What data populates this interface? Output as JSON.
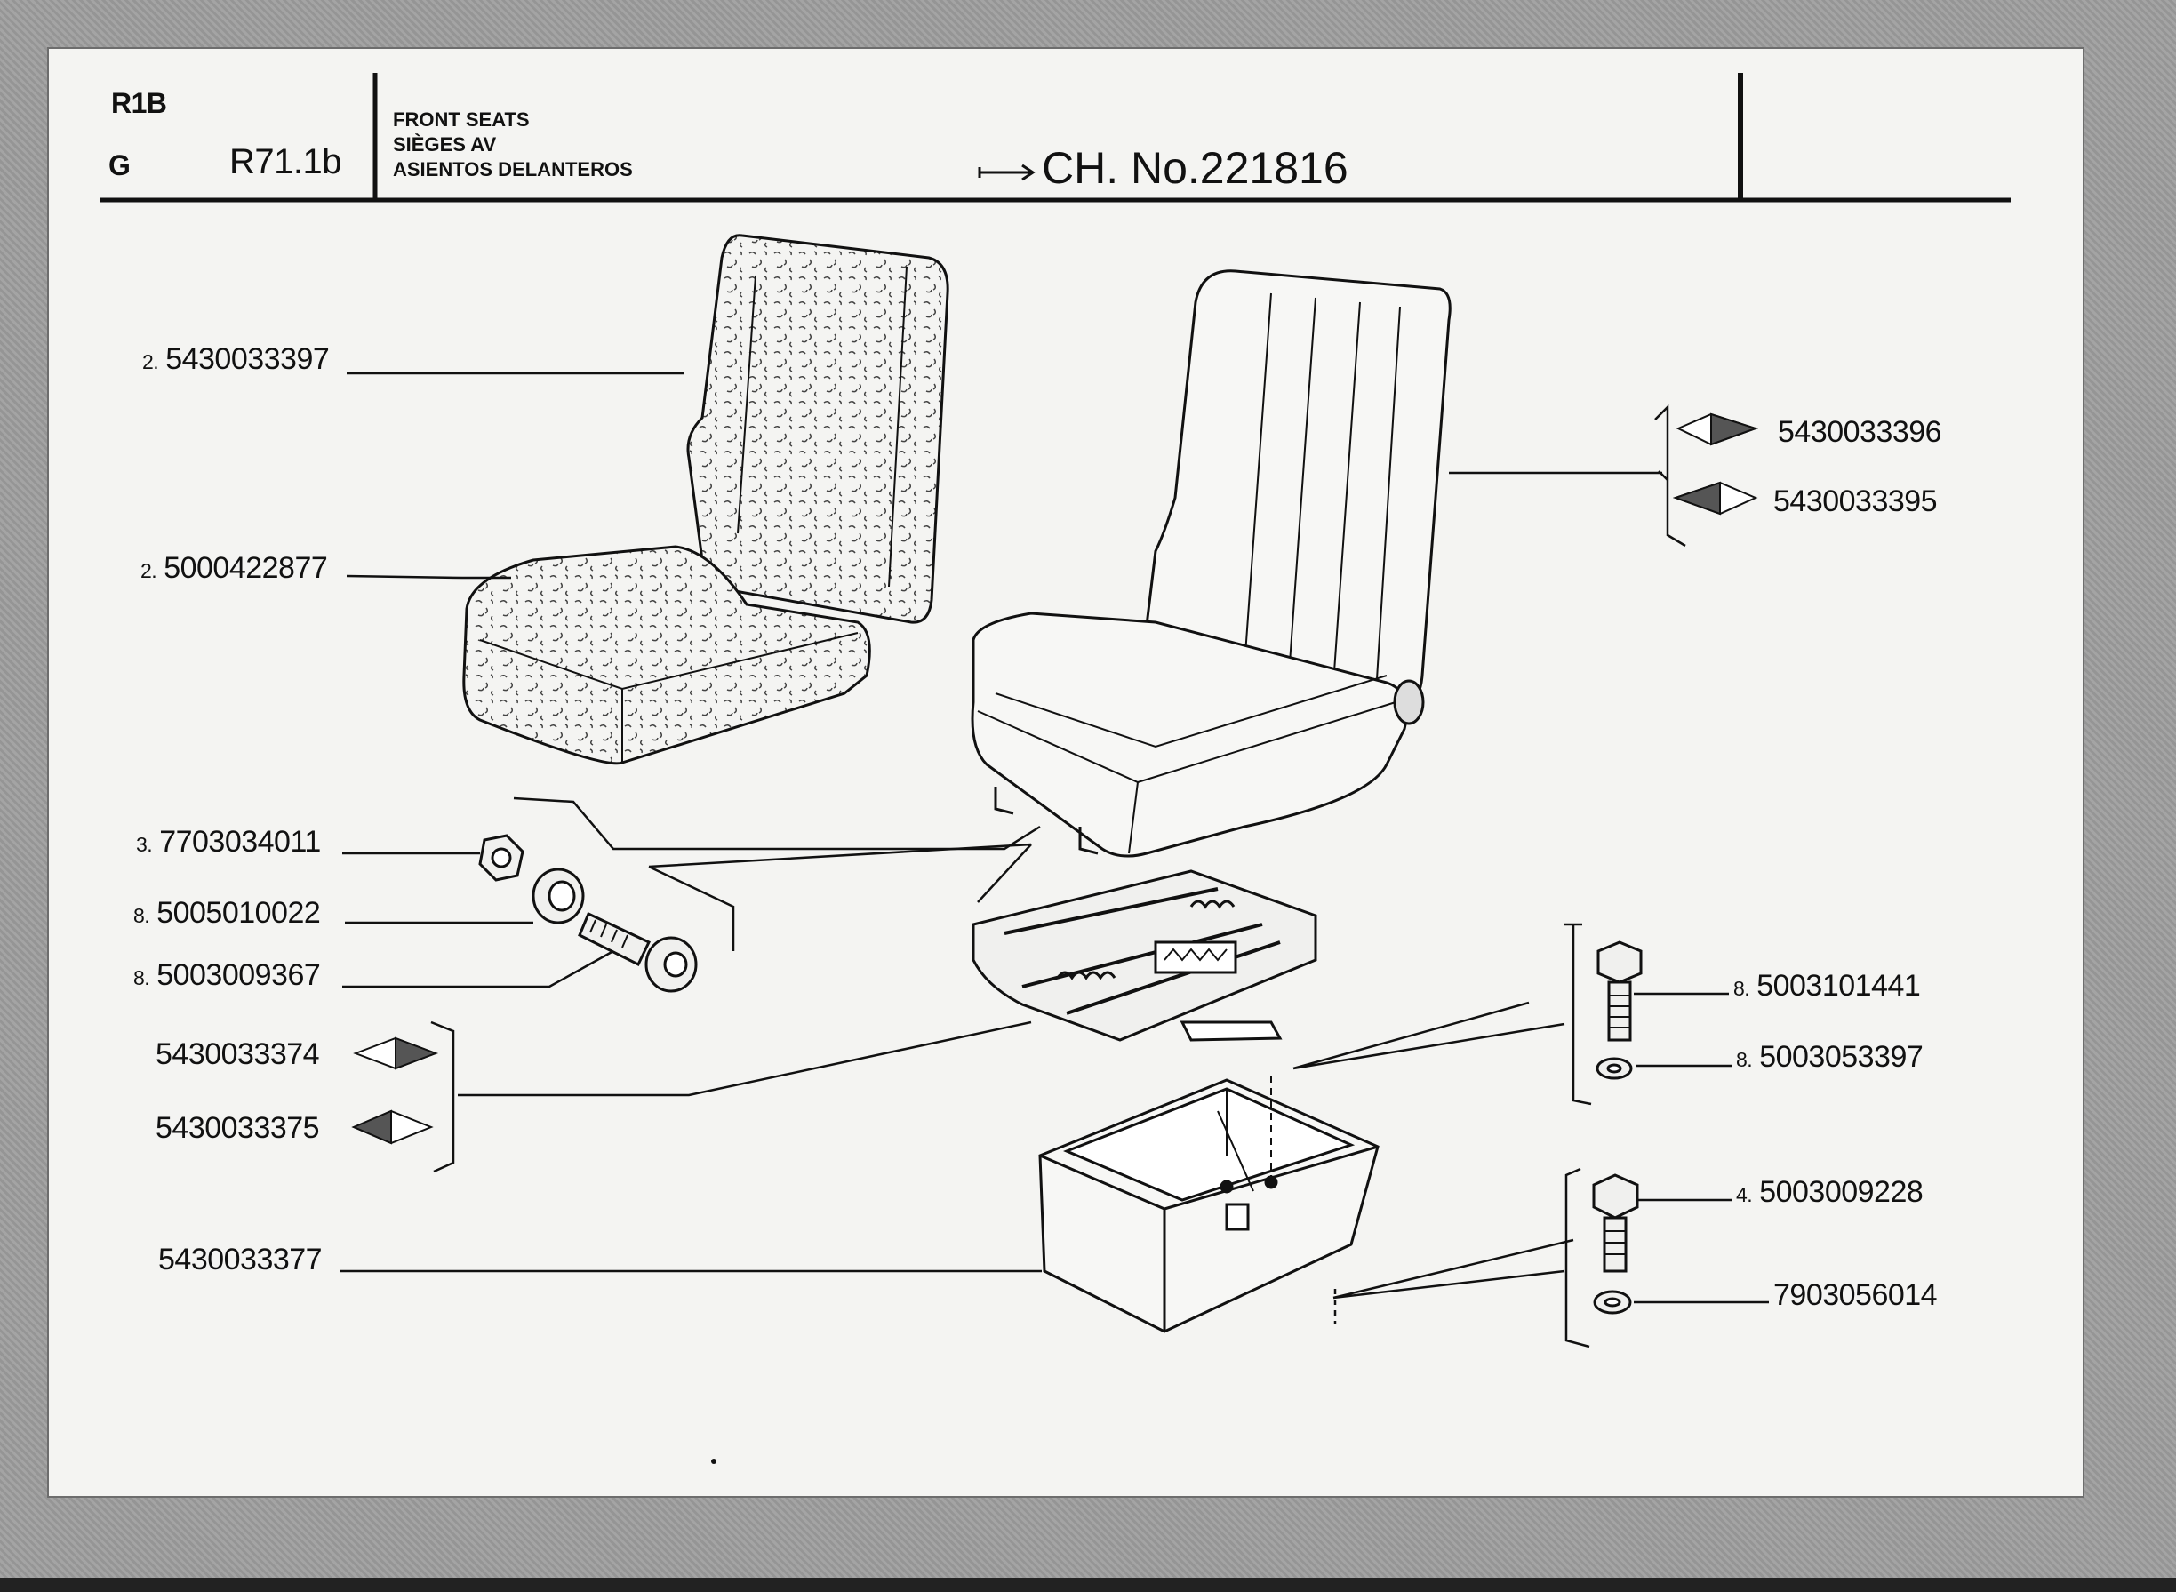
{
  "header": {
    "model_code": "R1B",
    "group": "G",
    "page_ref": "R71.1b",
    "title_lines": [
      "FRONT SEATS",
      "SIÈGES AV",
      "ASIENTOS DELANTEROS"
    ],
    "chassis_from": "CH. No.221816"
  },
  "parts_left": [
    {
      "qty": "2.",
      "number": "5430033397"
    },
    {
      "qty": "2.",
      "number": "5000422877"
    },
    {
      "qty": "3.",
      "number": "7703034011"
    },
    {
      "qty": "8.",
      "number": "5005010022"
    },
    {
      "qty": "8.",
      "number": "5003009367"
    },
    {
      "qty": "",
      "number": "5430033374"
    },
    {
      "qty": "",
      "number": "5430033375"
    },
    {
      "qty": "",
      "number": "5430033377"
    }
  ],
  "parts_right": [
    {
      "qty": "",
      "number": "5430033396"
    },
    {
      "qty": "",
      "number": "5430033395"
    },
    {
      "qty": "8.",
      "number": "5003101441"
    },
    {
      "qty": "8.",
      "number": "5003053397"
    },
    {
      "qty": "4.",
      "number": "5003009228"
    },
    {
      "qty": "",
      "number": "7903056014"
    }
  ],
  "side_markers": {
    "right_side_icon": "right-hand-diamond-icon",
    "left_side_icon": "left-hand-diamond-icon"
  }
}
